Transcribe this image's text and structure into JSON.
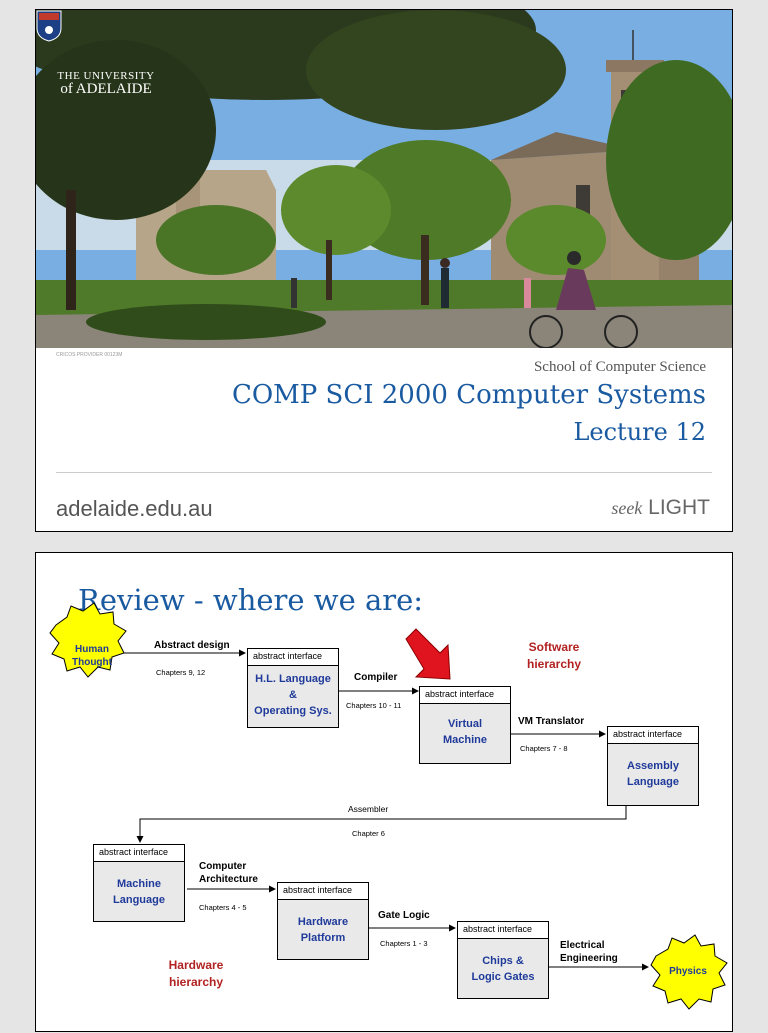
{
  "slide1": {
    "logo": {
      "line1": "THE UNIVERSITY",
      "line2": "of ADELAIDE"
    },
    "cricos": "CRICOS PROVIDER 00123M",
    "school": "School of Computer Science",
    "course": "COMP SCI 2000 Computer Systems",
    "lecture": "Lecture 12",
    "url": "adelaide.edu.au",
    "tagline_seek": "seek",
    "tagline_light": "LIGHT",
    "colors": {
      "title_blue": "#1a5aa0"
    }
  },
  "slide2": {
    "title": "Review - where we are:",
    "human_thought": "Human Thought",
    "physics": "Physics",
    "software_hierarchy": "Software hierarchy",
    "hardware_hierarchy": "Hardware hierarchy",
    "boxes": {
      "hl": {
        "header": "abstract interface",
        "body_lines": [
          "H.L. Language",
          "&",
          "Operating Sys."
        ]
      },
      "vm": {
        "header": "abstract interface",
        "body_lines": [
          "Virtual",
          "Machine"
        ]
      },
      "asm": {
        "header": "abstract interface",
        "body_lines": [
          "Assembly",
          "Language"
        ]
      },
      "ml": {
        "header": "abstract interface",
        "body_lines": [
          "Machine",
          "Language"
        ]
      },
      "hw": {
        "header": "abstract interface",
        "body_lines": [
          "Hardware",
          "Platform"
        ]
      },
      "chips": {
        "header": "abstract interface",
        "body_lines": [
          "Chips &",
          "Logic Gates"
        ]
      }
    },
    "arrows": {
      "abstract_design": {
        "label": "Abstract design",
        "chapters": "Chapters 9, 12"
      },
      "compiler": {
        "label": "Compiler",
        "chapters": "Chapters 10 - 11"
      },
      "vm_translator": {
        "label": "VM Translator",
        "chapters": "Chapters 7 - 8"
      },
      "assembler": {
        "label": "Assembler",
        "chapters": "Chapter 6"
      },
      "computer_architecture": {
        "label": "Computer Architecture",
        "chapters": "Chapters  4 - 5"
      },
      "gate_logic": {
        "label": "Gate Logic",
        "chapters": "Chapters  1 - 3"
      },
      "electrical_engineering": {
        "label": "Electrical Engineering"
      }
    },
    "colors": {
      "box_text": "#1f3a9a",
      "hierarchy": "#b22222",
      "pointer_arrow": "#e0141e",
      "burst": "#ffff00"
    }
  }
}
